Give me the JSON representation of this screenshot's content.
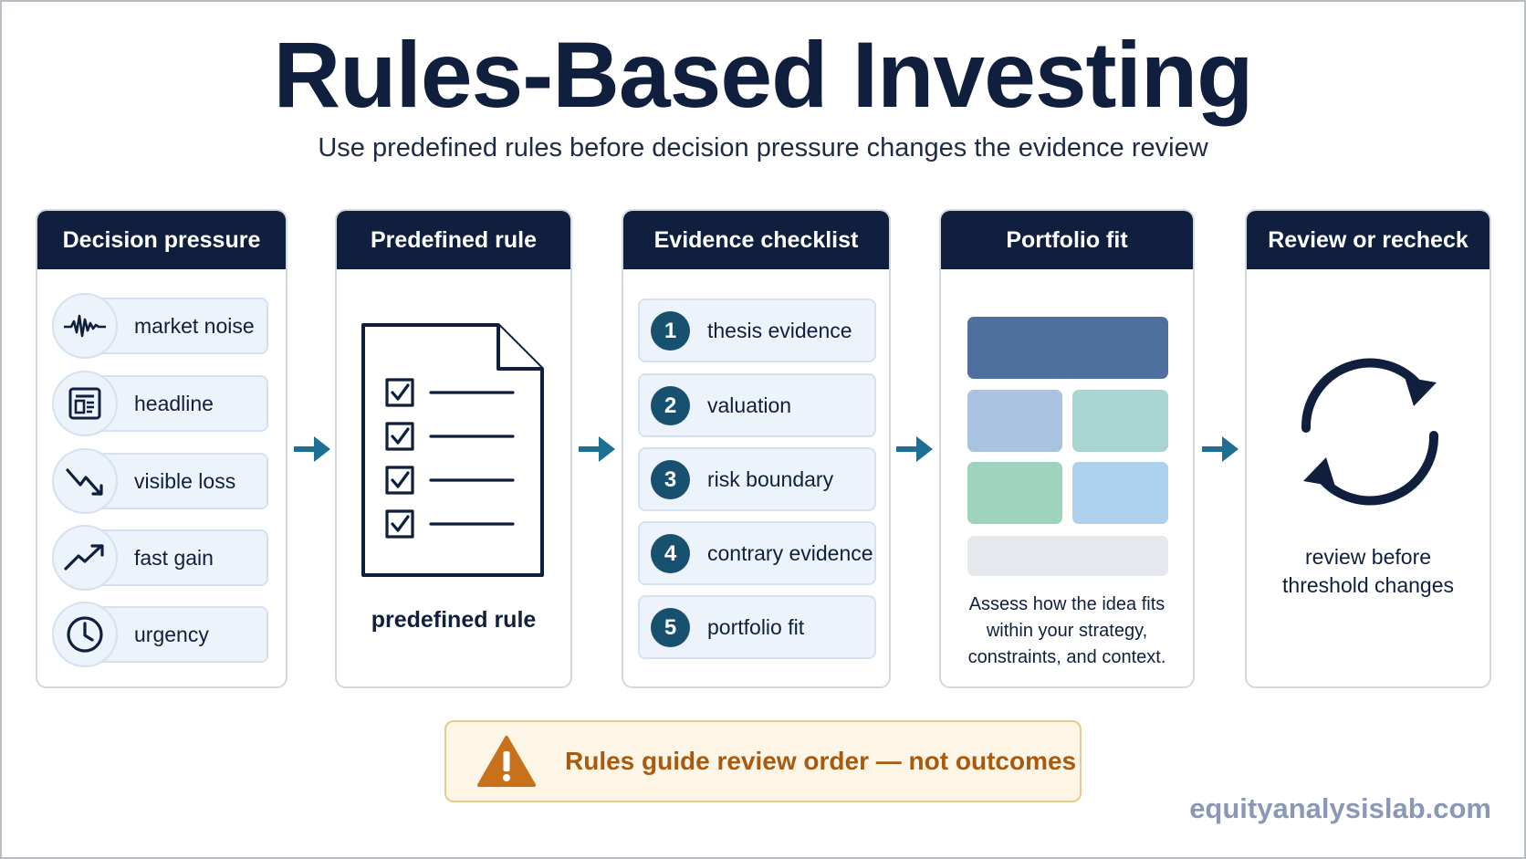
{
  "title": "Rules-Based Investing",
  "subtitle": "Use predefined rules before decision pressure changes the evidence review",
  "colors": {
    "navy": "#0f1f3d",
    "teal_arrow": "#1d6f93",
    "pill_bg": "#edf3fb",
    "warning": "#c8701a",
    "callout_bg": "#fdf5e6"
  },
  "pressure": {
    "header": "Decision pressure",
    "items": [
      {
        "label": "market noise",
        "icon": "waveform-icon"
      },
      {
        "label": "headline",
        "icon": "newspaper-icon"
      },
      {
        "label": "visible loss",
        "icon": "trend-down-icon"
      },
      {
        "label": "fast gain",
        "icon": "trend-up-icon"
      },
      {
        "label": "urgency",
        "icon": "clock-icon"
      }
    ]
  },
  "rule": {
    "header": "Predefined rule",
    "caption": "predefined rule",
    "icon": "checklist-document-icon"
  },
  "evidence": {
    "header": "Evidence checklist",
    "items": [
      {
        "num": "1",
        "label": "thesis evidence"
      },
      {
        "num": "2",
        "label": "valuation"
      },
      {
        "num": "3",
        "label": "risk boundary"
      },
      {
        "num": "4",
        "label": "contrary evidence"
      },
      {
        "num": "5",
        "label": "portfolio fit"
      }
    ]
  },
  "portfolio": {
    "header": "Portfolio fit",
    "caption_lines": [
      "Assess how the idea fits",
      "within your strategy,",
      "constraints, and context."
    ],
    "blocks": [
      "#4f6f9f",
      "#a9c3e0",
      "#a8d5d2",
      "#9ed3bd",
      "#add0ec",
      "#e5e8ec"
    ]
  },
  "review": {
    "header": "Review or recheck",
    "caption_lines": [
      "review before",
      "threshold changes"
    ],
    "icon": "cycle-arrows-icon"
  },
  "callout": {
    "text": "Rules guide review order — not outcomes",
    "icon": "warning-icon"
  },
  "footer": "equityanalysislab.com"
}
